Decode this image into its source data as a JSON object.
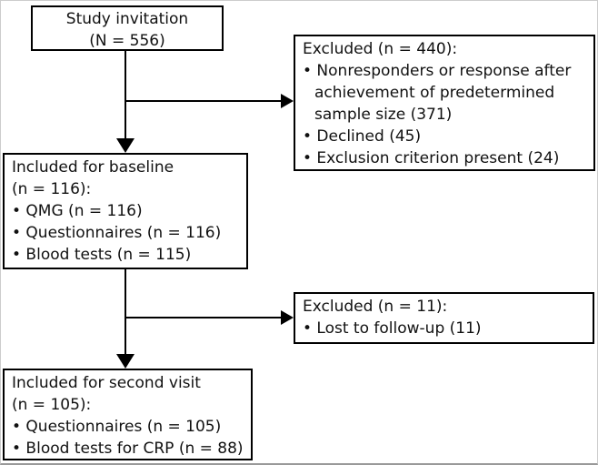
{
  "diagram": {
    "type": "study-flowchart",
    "colors": {
      "box_border": "#000000",
      "text": "#111111",
      "arrow": "#000000",
      "background": "#ffffff"
    },
    "boxes": [
      {
        "id": "study-invitation",
        "lines": [
          {
            "text": "Study invitation"
          },
          {
            "text": "(N = 556)"
          }
        ]
      },
      {
        "id": "excluded-baseline",
        "lines": [
          {
            "text": "Excluded (n = 440):"
          },
          {
            "text": "• Nonresponders or response after"
          },
          {
            "text": "achievement of predetermined"
          },
          {
            "text": "sample size (371)"
          },
          {
            "text": "• Declined (45)"
          },
          {
            "text": "• Exclusion criterion present (24)"
          }
        ]
      },
      {
        "id": "included-baseline",
        "lines": [
          {
            "text": "Included for baseline"
          },
          {
            "text": "(n = 116):"
          },
          {
            "text": "• QMG (n = 116)"
          },
          {
            "text": "• Questionnaires (n = 116)"
          },
          {
            "text": "• Blood tests (n = 115)"
          }
        ]
      },
      {
        "id": "excluded-followup",
        "lines": [
          {
            "text": "Excluded (n = 11):"
          },
          {
            "text": "• Lost to follow-up (11)"
          }
        ]
      },
      {
        "id": "included-second-visit",
        "lines": [
          {
            "text": "Included for second visit"
          },
          {
            "text": "(n = 105):"
          },
          {
            "text": "• Questionnaires (n = 105)"
          },
          {
            "text": "• Blood tests for CRP (n = 88)"
          }
        ]
      }
    ]
  }
}
